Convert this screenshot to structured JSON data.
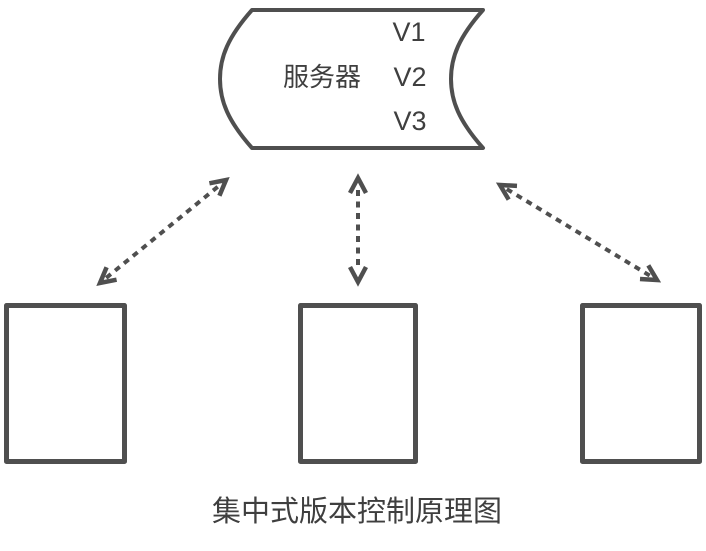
{
  "diagram": {
    "title": "集中式版本控制原理图",
    "server": {
      "label": "服务器",
      "versions": [
        "V1",
        "V2",
        "V3"
      ]
    },
    "client_count": 3
  },
  "colors": {
    "stroke": "#4f4f4f",
    "text": "#3f3f3f",
    "background": "#ffffff"
  }
}
